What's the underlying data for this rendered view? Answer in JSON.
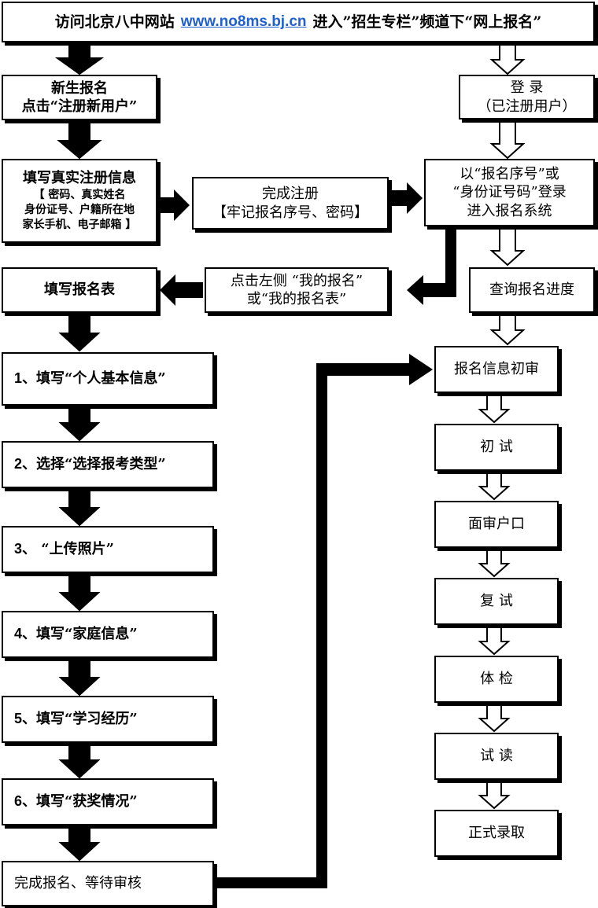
{
  "header": {
    "prefix": "访问北京八中网站",
    "url": "www.no8ms.bj.cn",
    "suffix": "进入”招生专栏”频道下“网上报名”"
  },
  "left_flow": {
    "new_register_line1": "新生报名",
    "new_register_line2": "点击“注册新用户”",
    "fill_info_title": "填写真实注册信息",
    "fill_info_line1": "【 密码、真实姓名",
    "fill_info_line2": "身份证号、户籍所在地",
    "fill_info_line3": "家长手机、电子邮箱 】",
    "fill_form": "填写报名表",
    "steps": [
      {
        "num": "1",
        "text": "、填写“个人基本信息”"
      },
      {
        "num": "2",
        "text": "、选择“选择报考类型”"
      },
      {
        "num": "3",
        "text": "、 “上传照片”"
      },
      {
        "num": "4",
        "text": "、填写“家庭信息”"
      },
      {
        "num": "5",
        "text": "、填写“学习经历”"
      },
      {
        "num": "6",
        "text": "、填写“获奖情况”"
      }
    ],
    "finish": "完成报名、等待审核"
  },
  "middle_flow": {
    "complete_line1": "完成注册",
    "complete_line2": "【牢记报名序号、密码】",
    "click_line1": "点击左侧 “我的报名”",
    "click_line2": "或“我的报名表”"
  },
  "right_flow": {
    "login_line1": "登 录",
    "login_line2": "（已注册用户）",
    "enter_line1": "以“报名序号”或",
    "enter_line2": "“身份证号码”登录",
    "enter_line3": "进入报名系统",
    "progress": "查询报名进度",
    "stages": [
      "报名信息初审",
      "初 试",
      "面审户口",
      "复 试",
      "体 检",
      "试 读",
      "正式录取"
    ]
  },
  "colors": {
    "arrow_dark": "#000000",
    "arrow_light": "#ffffff",
    "url_blue": "#1f5fd0"
  }
}
